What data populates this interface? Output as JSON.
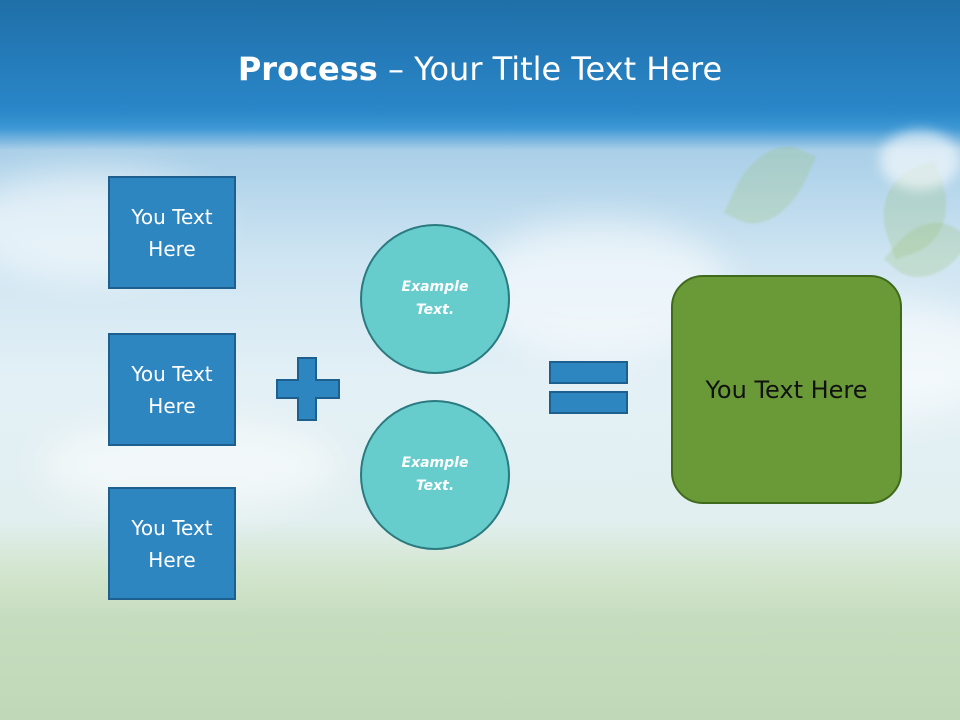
{
  "title": {
    "bold": "Process",
    "rest": " – Your Title Text Here"
  },
  "inputs": [
    {
      "label": "You Text Here"
    },
    {
      "label": "You Text Here"
    },
    {
      "label": "You Text Here"
    }
  ],
  "circles": [
    {
      "label": "Example Text."
    },
    {
      "label": "Example Text."
    }
  ],
  "result": {
    "label": "You Text Here"
  },
  "operators": {
    "plus": "plus-icon",
    "equals": "equals-icon"
  },
  "colors": {
    "box": "#2e86c1",
    "circle": "#66cccc",
    "result": "#6a9a38",
    "header": "#2a86c8"
  }
}
